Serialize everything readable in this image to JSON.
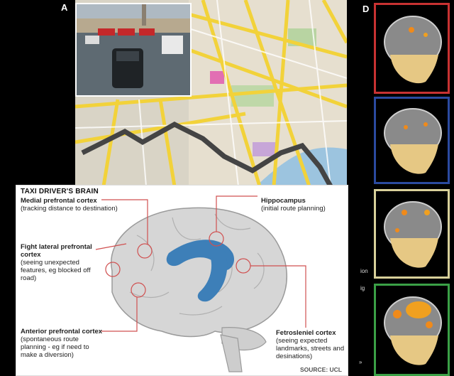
{
  "panels": {
    "label_a": "A",
    "label_d": "D"
  },
  "diagram": {
    "title": "TAXI DRIVER'S BRAIN",
    "source": "SOURCE: UCL",
    "labels": {
      "medial_title": "Medial prefrontal cortex",
      "medial_desc": "(tracking distance to destination)",
      "hippo_title": "Hippocampus",
      "hippo_desc": "(initial route planning)",
      "rlpfc_title": "Fight lateral prefrontal cortex",
      "rlpfc_desc": "(seeing unexpected features, eg blocked off road)",
      "anterior_title": "Anterior prefrontal cortex",
      "anterior_desc": "(spontaneous route planning - eg if need to make a diversion)",
      "retro_title": "Fetrosleniel cortex",
      "retro_desc": "(seeing expected landmarks, streets and desinations)"
    }
  },
  "side_fragments": {
    "f1": "ion",
    "f2": "ig",
    "f3": "»"
  },
  "colors": {
    "scan1_border": "#c83232",
    "scan2_border": "#2b4aa0",
    "scan3_border": "#d8d09a",
    "scan4_border": "#3aa046",
    "brain_blue": "#3d7fb8",
    "leader_red": "#d05050"
  }
}
